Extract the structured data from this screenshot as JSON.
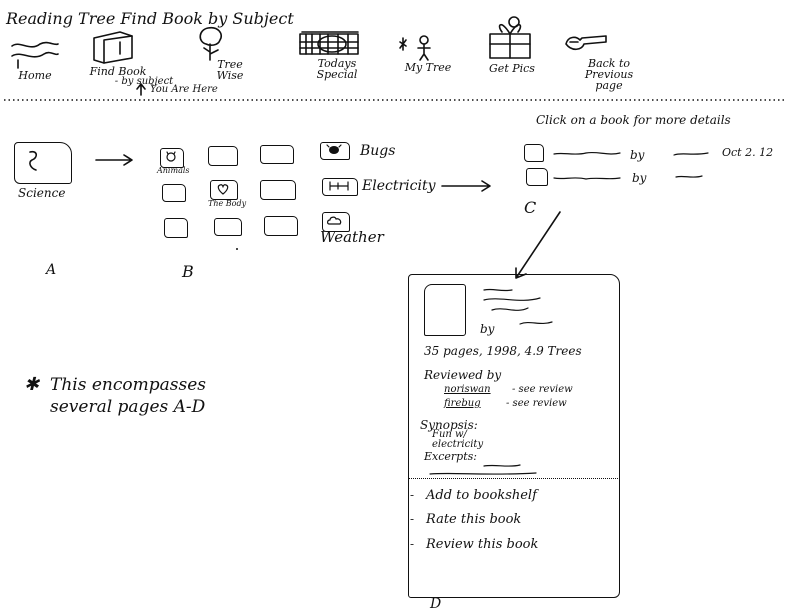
{
  "header": {
    "title": "Reading Tree Find Book by Subject"
  },
  "nav": {
    "items": [
      {
        "label": "Home",
        "icon": "home-icon"
      },
      {
        "label": "Find Book",
        "sublabel": "- by subject",
        "icon": "book-icon"
      },
      {
        "label": "Tree Wise",
        "icon": "tree-icon"
      },
      {
        "label": "Todays Special",
        "icon": "special-icon"
      },
      {
        "label": "My Tree",
        "icon": "person-icon"
      },
      {
        "label": "Get Pics",
        "icon": "gift-icon"
      },
      {
        "label": "Back to Previous page",
        "icon": "back-arrow-icon"
      }
    ],
    "you_are_here": "You Are Here"
  },
  "panel_a": {
    "subject": "Science",
    "marker": "A"
  },
  "panel_b": {
    "tiles": [
      "Animals",
      "",
      "",
      "",
      "",
      "The Body",
      "",
      "",
      "",
      ""
    ],
    "marker": "B"
  },
  "subtopics": {
    "items": [
      "Bugs",
      "Electricity",
      "Weather"
    ]
  },
  "panel_c": {
    "instruction": "Click on a book for more details",
    "by_label": "by",
    "date": "Oct 2. 12",
    "marker": "C"
  },
  "note": {
    "symbol": "✱",
    "text": "This encompasses several pages A-D"
  },
  "panel_d": {
    "by_label": "by",
    "stats": "35 pages, 1998, 4.9 Trees",
    "reviewed_by": "Reviewed by",
    "reviewers": [
      {
        "name": "noriswan",
        "action": "- see review"
      },
      {
        "name": "firebug",
        "action": "- see review"
      }
    ],
    "synopsis_label": "Synopsis:",
    "synopsis_text": "Fun w/ electricity",
    "excerpts_label": "Excerpts:",
    "actions": [
      "Add to bookshelf",
      "Rate this book",
      "Review this book"
    ],
    "marker": "D"
  }
}
